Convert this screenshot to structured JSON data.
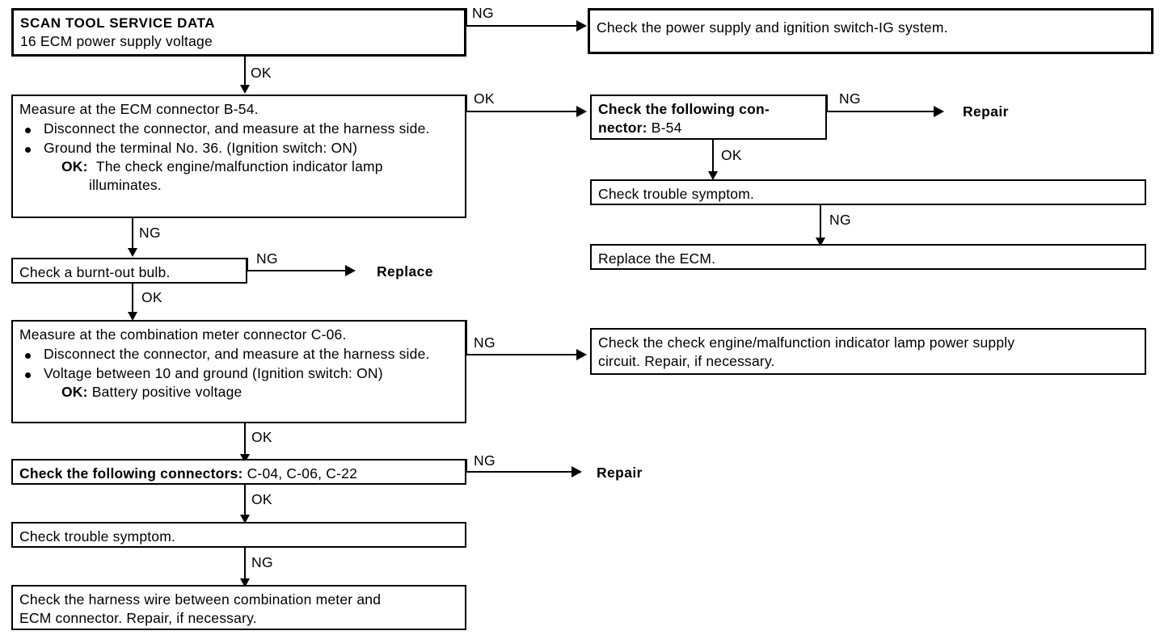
{
  "diagram": {
    "title": "SCAN TOOL SERVICE DATA",
    "subtitle": "16 ECM power supply voltage",
    "labels": {
      "ok": "OK",
      "ng": "NG"
    },
    "terminals": {
      "repair": "Repair",
      "replace": "Replace"
    },
    "boxes": {
      "start": {
        "line1": "SCAN TOOL SERVICE DATA",
        "line2": "16 ECM power supply voltage"
      },
      "check_power_supply": {
        "text": "Check the power supply and ignition switch-IG system."
      },
      "measure_ecm": {
        "header": "Measure at the ECM connector B-54.",
        "bullet1": "Disconnect the connector, and measure at the harness side.",
        "bullet2": "Ground the terminal No. 36. (Ignition switch: ON)",
        "ok_label": "OK:",
        "ok_text": "The check engine/malfunction indicator lamp",
        "ok_text2": "illuminates."
      },
      "check_connector_b54": {
        "bold_prefix": "Check the following con-",
        "bold_prefix2": "nector:",
        "value": "B-54"
      },
      "check_trouble_symptom_right": {
        "text": "Check trouble symptom."
      },
      "replace_ecm": {
        "text": "Replace the ECM."
      },
      "check_bulb": {
        "text": "Check a burnt-out bulb."
      },
      "measure_meter": {
        "header": "Measure at the combination meter connector C-06.",
        "bullet1": "Disconnect the connector, and measure at the harness side.",
        "bullet2": "Voltage between 10 and ground (Ignition switch: ON)",
        "ok_label": "OK:",
        "ok_text": "Battery positive voltage"
      },
      "check_lamp_circuit": {
        "line1": "Check the check engine/malfunction indicator lamp power supply",
        "line2": "circuit. Repair, if necessary."
      },
      "check_connectors_list": {
        "bold_prefix": "Check the following connectors:",
        "value": "C-04, C-06, C-22"
      },
      "check_trouble_symptom_left": {
        "text": "Check trouble symptom."
      },
      "check_harness": {
        "line1": "Check the harness wire between combination meter and",
        "line2": "ECM connector. Repair, if necessary."
      }
    }
  },
  "colors": {
    "ink": "#000000",
    "paper": "#ffffff"
  }
}
